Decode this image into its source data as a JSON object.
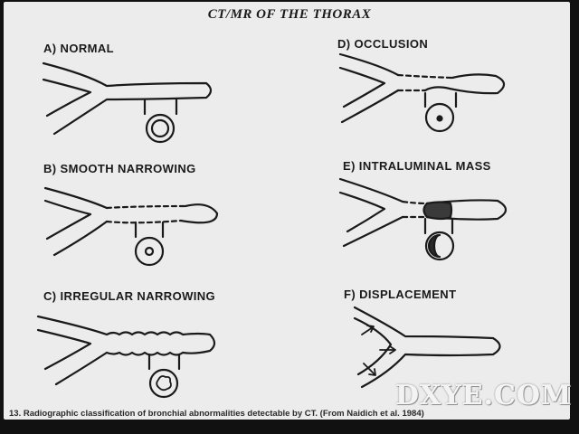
{
  "title": "CT/MR OF THE THORAX",
  "panels": {
    "a": "A) NORMAL",
    "b": "B) SMOOTH NARROWING",
    "c": "C) IRREGULAR NARROWING",
    "d": "D) OCCLUSION",
    "e": "E) INTRALUMINAL MASS",
    "f": "F) DISPLACEMENT"
  },
  "caption": "13. Radiographic classification of bronchial abnormalities detectable by CT. (From Naidich et al. 1984)",
  "watermark": "DXYE.COM",
  "colors": {
    "paper": "#ececec",
    "ink": "#1a1a1a",
    "background": "#111111"
  }
}
